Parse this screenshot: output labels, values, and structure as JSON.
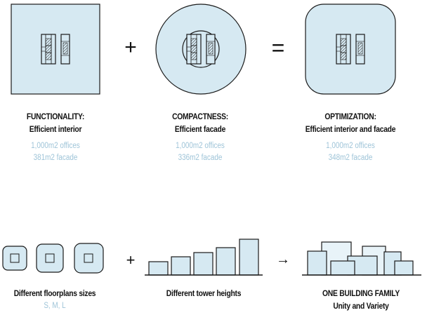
{
  "top": {
    "functionality": {
      "title": "FUNCTIONALITY:",
      "subtitle": "Efficient interior",
      "metric1": "1,000m2 offices",
      "metric2": "381m2 facade"
    },
    "compactness": {
      "title": "COMPACTNESS:",
      "subtitle": "Efficient facade",
      "metric1": "1,000m2 offices",
      "metric2": "336m2 facade"
    },
    "optimization": {
      "title": "OPTIMIZATION:",
      "subtitle": "Efficient interior and facade",
      "metric1": "1,000m2 offices",
      "metric2": "348m2 facade"
    },
    "plus_symbol": "+",
    "equals_symbol": "="
  },
  "bottom": {
    "floorplans": {
      "title": "Different floorplans sizes",
      "sizes": "S, M, L"
    },
    "heights": {
      "title": "Different tower heights"
    },
    "family": {
      "title": "ONE BUILDING FAMILY",
      "subtitle": "Unity and Variety"
    },
    "plus_symbol": "+",
    "arrow_symbol": "→"
  },
  "colors": {
    "fill": "#d6e9f2",
    "fill_light": "#e8f3f8",
    "stroke": "#1a1a1a",
    "metric_text": "#9ec4d8"
  }
}
